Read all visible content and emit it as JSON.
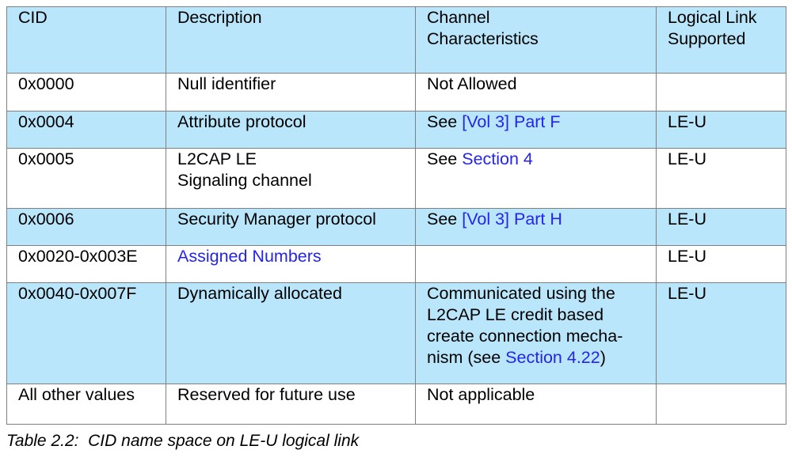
{
  "table": {
    "columns": [
      "CID",
      "Description",
      "Channel\nCharacteristics",
      "Logical Link\nSupported"
    ],
    "headers": {
      "cid": "CID",
      "description": "Description",
      "channel_line1": "Channel",
      "channel_line2": "Characteristics",
      "link_line1": "Logical Link",
      "link_line2": "Supported"
    },
    "rows": [
      {
        "cid": "0x0000",
        "description": "Null identifier",
        "channel_prefix": "Not Allowed",
        "channel_link": "",
        "channel_suffix": "",
        "logical_link": "",
        "shaded": false
      },
      {
        "cid": "0x0004",
        "description": "Attribute protocol",
        "channel_prefix": "See ",
        "channel_link": "[Vol 3] Part F",
        "channel_suffix": "",
        "logical_link": "LE-U",
        "shaded": true
      },
      {
        "cid": "0x0005",
        "description_line1": "L2CAP LE",
        "description_line2": "Signaling channel",
        "description": "L2CAP LE Signaling channel",
        "channel_prefix": "See ",
        "channel_link": "Section 4",
        "channel_suffix": "",
        "logical_link": "LE-U",
        "shaded": false
      },
      {
        "cid": "0x0006",
        "description": "Security Manager protocol",
        "channel_prefix": "See ",
        "channel_link": "[Vol 3] Part H",
        "channel_suffix": "",
        "logical_link": "LE-U",
        "shaded": true
      },
      {
        "cid": "0x0020-0x003E",
        "description": "Assigned Numbers",
        "description_is_link": true,
        "channel_prefix": "",
        "channel_link": "",
        "channel_suffix": "",
        "logical_link": "LE-U",
        "shaded": false
      },
      {
        "cid": "0x0040-0x007F",
        "description": "Dynamically allocated",
        "channel_line1": "Communicated using the",
        "channel_line2": "L2CAP LE credit based",
        "channel_line3": "create connection mecha-",
        "channel_prefix": "nism (see ",
        "channel_link": "Section 4.22",
        "channel_suffix": ")",
        "logical_link": "LE-U",
        "shaded": true
      },
      {
        "cid": "All other values",
        "description": "Reserved for future use",
        "channel_prefix": "Not applicable",
        "channel_link": "",
        "channel_suffix": "",
        "logical_link": "",
        "shaded": false
      }
    ]
  },
  "caption": "Table 2.2:  CID name space on LE-U logical link",
  "colors": {
    "shade_blue": "#b9e6fb",
    "link_blue": "#2424ee",
    "border_gray": "#808080",
    "text_black": "#000000",
    "background": "#ffffff"
  }
}
